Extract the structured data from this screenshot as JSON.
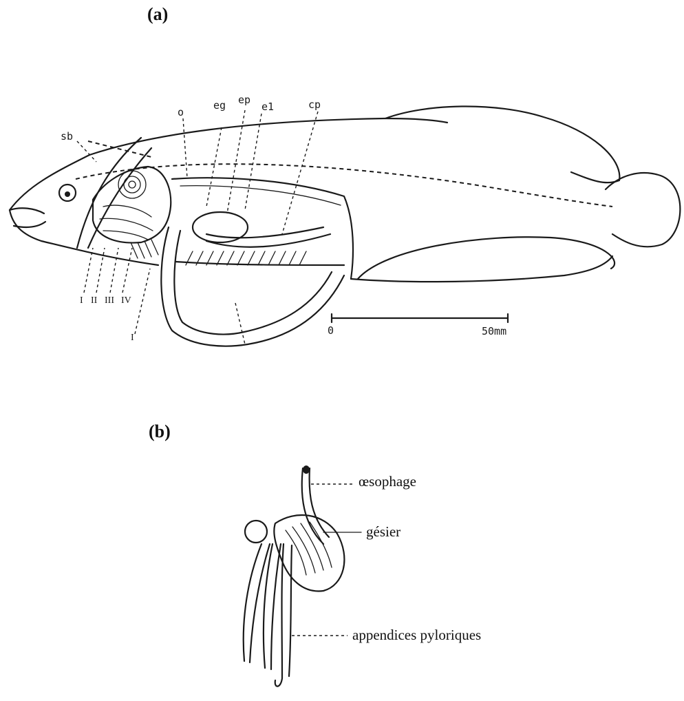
{
  "panels": {
    "a": {
      "label": "(a)"
    },
    "b": {
      "label": "(b)"
    }
  },
  "fish_labels": {
    "sb": "sb",
    "o": "o",
    "eg": "eg",
    "ep": "ep",
    "e1": "e1",
    "cp": "cp",
    "arches": [
      "I",
      "II",
      "III",
      "IV"
    ],
    "lower": "I"
  },
  "scale_bar": {
    "start": "0",
    "end": "50mm"
  },
  "stomach_labels": {
    "oesophage": "œsophage",
    "gesier": "gésier",
    "appendices": "appendices pyloriques"
  }
}
